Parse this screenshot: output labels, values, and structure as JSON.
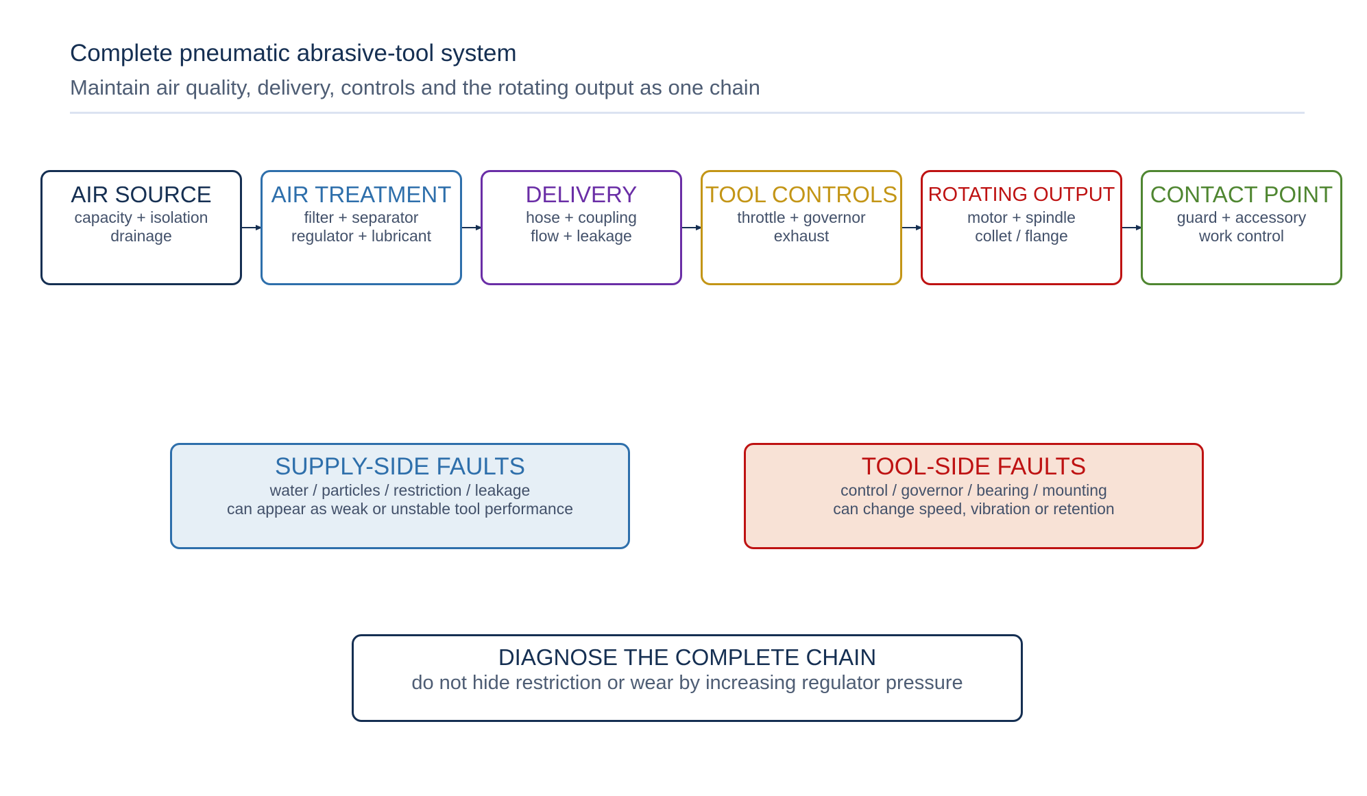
{
  "header": {
    "title": "Complete pneumatic abrasive-tool system",
    "subtitle": "Maintain air quality, delivery, controls and the rotating output as one chain"
  },
  "chain": [
    {
      "title": "AIR SOURCE",
      "line1": "capacity + isolation",
      "line2": "drainage",
      "color": "#152f52"
    },
    {
      "title": "AIR TREATMENT",
      "line1": "filter + separator",
      "line2": "regulator + lubricant",
      "color": "#2e6fab"
    },
    {
      "title": "DELIVERY",
      "line1": "hose + coupling",
      "line2": "flow + leakage",
      "color": "#6a2ea6"
    },
    {
      "title": "TOOL CONTROLS",
      "line1": "throttle + governor",
      "line2": "exhaust",
      "color": "#c39516"
    },
    {
      "title": "ROTATING OUTPUT",
      "line1": "motor + spindle",
      "line2": "collet / flange",
      "color": "#be1212"
    },
    {
      "title": "CONTACT POINT",
      "line1": "guard + accessory",
      "line2": "work control",
      "color": "#4f8631"
    }
  ],
  "connector_color": "#152f52",
  "faults": {
    "supply": {
      "title": "SUPPLY-SIDE FAULTS",
      "line1": "water / particles / restriction / leakage",
      "line2": "can appear as weak or unstable tool performance",
      "border_color": "#2e6fab",
      "fill_color": "#e6eff6",
      "title_color": "#2e6fab"
    },
    "tool": {
      "title": "TOOL-SIDE FAULTS",
      "line1": "control / governor / bearing / mounting",
      "line2": "can change speed, vibration or retention",
      "border_color": "#be1212",
      "fill_color": "#f8e2d6",
      "title_color": "#be1212"
    }
  },
  "summary": {
    "title": "DIAGNOSE THE COMPLETE CHAIN",
    "line": "do not hide restriction or wear by increasing regulator pressure"
  }
}
